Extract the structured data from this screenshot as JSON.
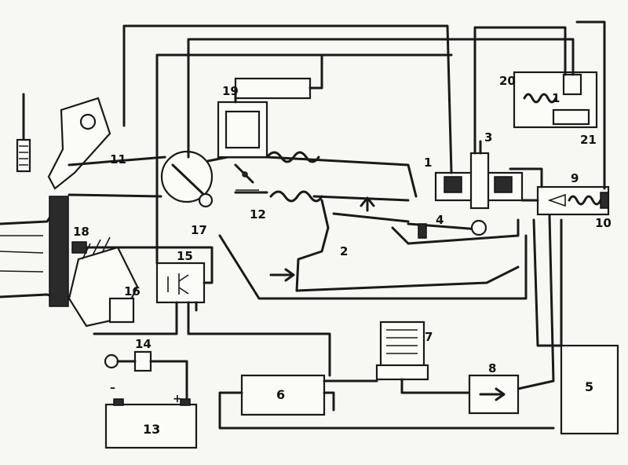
{
  "diagram": {
    "labels": {
      "l1a": "1",
      "l1b": "1",
      "l2": "2",
      "l3": "3",
      "l4": "4",
      "l5": "5",
      "l6": "6",
      "l7": "7",
      "l8": "8",
      "l9": "9",
      "l10": "10",
      "l11": "11",
      "l12": "12",
      "l13": "13",
      "l14": "14",
      "l15": "15",
      "l16": "16",
      "l17": "17",
      "l18": "18",
      "l19": "19",
      "l20": "20",
      "l21": "21"
    },
    "battery": {
      "minus": "–",
      "plus": "+"
    }
  }
}
